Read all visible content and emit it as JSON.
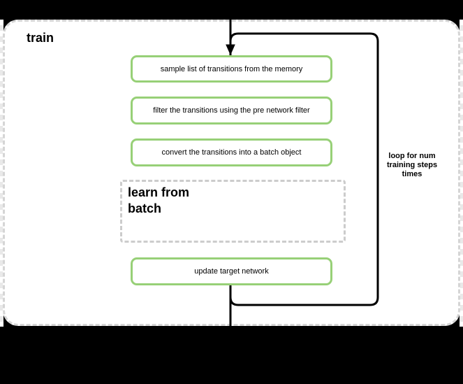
{
  "diagram": {
    "group": {
      "title": "train"
    },
    "steps": [
      {
        "label": "sample list of transitions from the memory"
      },
      {
        "label": "filter the transitions using the pre network filter"
      },
      {
        "label": "convert the transitions into a batch object"
      }
    ],
    "learn_box": {
      "lines": [
        "learn from",
        "batch"
      ]
    },
    "update_box": {
      "label": "update target network"
    },
    "loop_annotation": {
      "lines": [
        "loop for num",
        "training steps",
        "times"
      ]
    },
    "colors": {
      "node_border_green": "#97d077",
      "group_border_gray": "#d5d5d5",
      "dashed_node_gray": "#cccccc",
      "connector_black": "#000000",
      "background_black": "#000000",
      "fill_white": "#ffffff"
    }
  }
}
